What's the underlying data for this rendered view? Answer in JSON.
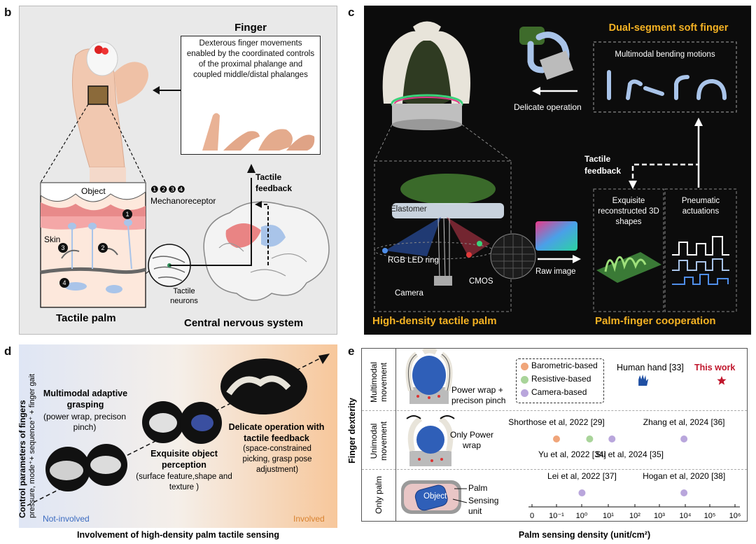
{
  "colors": {
    "panel_b_bg": "#e9e9e9",
    "panel_c_bg": "#0c0c0c",
    "gold": "#f4b223",
    "panel_d_left": "#dfe6f5",
    "panel_d_right": "#f7c79b",
    "star_red": "#c0162c",
    "human_hand_blue": "#1f4fa3",
    "dot_orange": "#f0a57a",
    "dot_green": "#a9d49a",
    "dot_purple": "#b9a6dc",
    "brain_red": "#e98484",
    "brain_blue": "#a9c4e9"
  },
  "panel_b": {
    "letter": "b",
    "finger_title": "Finger",
    "finger_desc": "Dexterous finger movements enabled by the coordinated controls of the proximal phalange and coupled middle/distal phalanges",
    "object_label": "Object",
    "mechano_numbers": "❶❷❸❹",
    "mechano_label": "Mechanoreceptor",
    "skin_label": "Skin",
    "markers": [
      "1",
      "2",
      "3",
      "4"
    ],
    "tactile_feedback": "Tactile feedback",
    "tactile_neurons": "Tactile neurons",
    "tactile_palm": "Tactile palm",
    "cns": "Central nervous system"
  },
  "panel_c": {
    "letter": "c",
    "dual_segment": "Dual-segment soft finger",
    "multimodal_bending": "Multimodal bending motions",
    "delicate_operation": "Delicate operation",
    "tactile_feedback": "Tactile feedback",
    "exquisite_shapes": "Exquisite reconstructed 3D shapes",
    "pneumatic": "Pneumatic actuations",
    "elastomer": "Elastomer",
    "rgb_led": "RGB LED ring",
    "camera": "Camera",
    "cmos": "CMOS",
    "raw_image": "Raw image",
    "high_density": "High-density tactile palm",
    "palm_finger": "Palm-finger cooperation"
  },
  "panel_d": {
    "letter": "d",
    "y_axis_title": "Control parameters of fingers",
    "y_axis_sub": "pressure, mode⁺+ sequence⁺ + finger gait",
    "label1_title": "Multimodal adaptive grasping",
    "label1_sub": "(power wrap, precison pinch)",
    "label2_title": "Exquisite object perception",
    "label2_sub": "(surface feature,shape and texture )",
    "label3_title": "Delicate operation with tactile feedback",
    "label3_sub": "(space-constrained picking, grasp pose adjustment)",
    "not_involved": "Not-involved",
    "involved": "Involved",
    "x_axis_title": "Involvement of high-density palm tactile sensing"
  },
  "panel_e": {
    "letter": "e",
    "y_axis_title": "Finger dexterity",
    "rows": [
      "Multimodal movement",
      "Unimodal movement",
      "Only palm"
    ],
    "row1_caption": "Power wrap + precison pinch",
    "row2_caption": "Only Power wrap",
    "row3_object": "Object",
    "row3_palm": "Palm",
    "row3_sensing": "Sensing unit",
    "legend": [
      "Barometric-based",
      "Resistive-based",
      "Camera-based"
    ],
    "human_hand": "Human hand [33]",
    "this_work": "This work",
    "x_axis_title": "Palm sensing density (unit/cm²)",
    "x_ticks": [
      "0",
      "10⁻¹",
      "10⁰",
      "10¹",
      "10²",
      "10³",
      "10⁴",
      "10⁵",
      "10⁶"
    ]
  },
  "chart_data": {
    "type": "scatter",
    "xlabel": "Palm sensing density (unit/cm²)",
    "ylabel": "Finger dexterity",
    "x_scale": "log",
    "categories_y": [
      "Only palm",
      "Unimodal movement",
      "Multimodal movement"
    ],
    "series": [
      {
        "name": "Barometric-based",
        "points": [
          {
            "label": "Shorthose et al, 2022 [29]",
            "x": 0.1,
            "y": "Unimodal movement"
          }
        ]
      },
      {
        "name": "Resistive-based",
        "points": [
          {
            "label": "Yu et al, 2022 [34]",
            "x": 2,
            "y": "Unimodal movement"
          }
        ]
      },
      {
        "name": "Camera-based",
        "points": [
          {
            "label": "Su et al, 2024 [35]",
            "x": 15,
            "y": "Unimodal movement"
          },
          {
            "label": "Zhang et al, 2024 [36]",
            "x": 10000,
            "y": "Unimodal movement"
          },
          {
            "label": "Lei et al, 2022 [37]",
            "x": 1,
            "y": "Only palm"
          },
          {
            "label": "Hogan et al, 2020 [38]",
            "x": 10000,
            "y": "Only palm"
          }
        ]
      }
    ],
    "markers": [
      {
        "label": "Human hand [33]",
        "x": 240,
        "y": "Multimodal movement"
      },
      {
        "label": "This work",
        "x": 300000,
        "y": "Multimodal movement"
      }
    ]
  }
}
